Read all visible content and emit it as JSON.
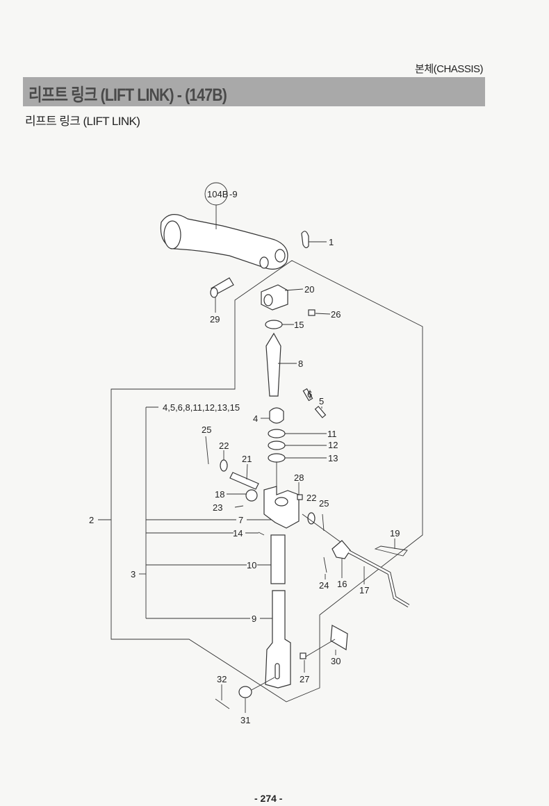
{
  "header": {
    "section": "본체(CHASSIS)",
    "title": "리프트 링크  (LIFT LINK) - (147B)",
    "subtitle": "리프트 링크 (LIFT LINK)"
  },
  "diagram": {
    "ref_circle": "104B",
    "ref_suffix": "-9",
    "group_label": "4,5,6,8,11,12,13,15",
    "labels": {
      "p1": "1",
      "p20": "20",
      "p26": "26",
      "p29": "29",
      "p15": "15",
      "p8": "8",
      "p6": "6",
      "p5": "5",
      "p4": "4",
      "p25a": "25",
      "p22a": "22",
      "p21": "21",
      "p11": "11",
      "p12": "12",
      "p13": "13",
      "p28": "28",
      "p18": "18",
      "p22b": "22",
      "p25b": "25",
      "p23": "23",
      "p7": "7",
      "p2": "2",
      "p14": "14",
      "p19": "19",
      "p3": "3",
      "p10": "10",
      "p24": "24",
      "p16": "16",
      "p17": "17",
      "p9": "9",
      "p30": "30",
      "p27": "27",
      "p32": "32",
      "p31": "31"
    }
  },
  "footer": {
    "page_number": "- 274 -"
  }
}
